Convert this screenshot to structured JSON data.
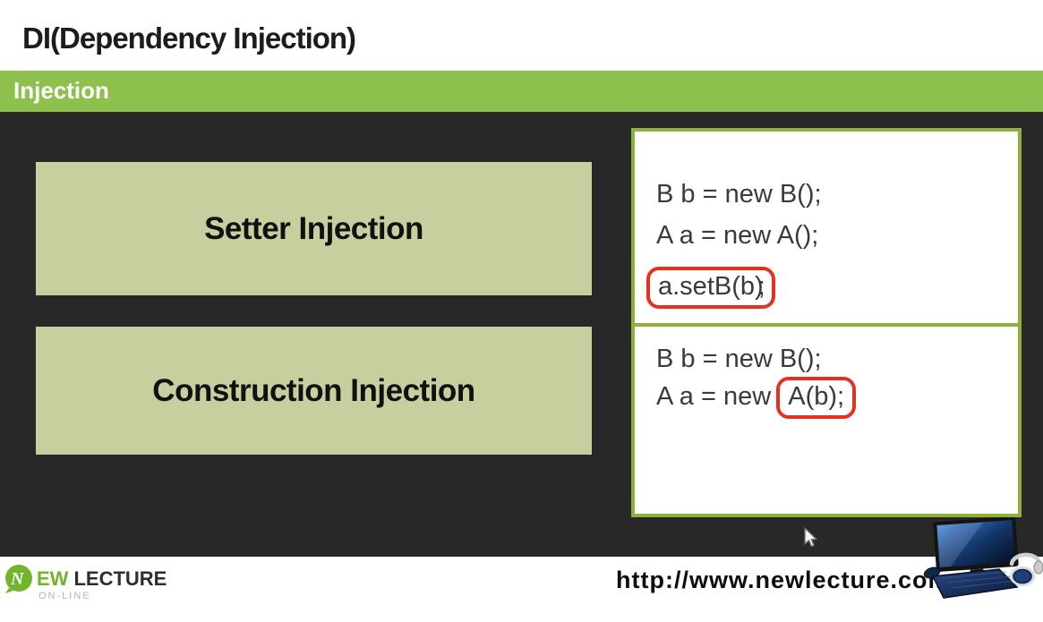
{
  "slide": {
    "title": "DI(Dependency Injection)",
    "section_header": "Injection",
    "boxes": [
      {
        "label": "Setter Injection"
      },
      {
        "label": "Construction Injection"
      }
    ],
    "code_panels": [
      {
        "lines": [
          {
            "segments": [
              {
                "t": "B b = new B();",
                "hl": false
              }
            ]
          },
          {
            "segments": [
              {
                "t": "A a = new A();",
                "hl": false
              }
            ]
          },
          {
            "segments": [
              {
                "t": "a.setB(b)",
                "hl": true
              },
              {
                "t": ";",
                "hl": false
              }
            ]
          }
        ]
      },
      {
        "lines": [
          {
            "segments": [
              {
                "t": "B b = new B();",
                "hl": false
              }
            ]
          },
          {
            "segments": [
              {
                "t": "A a = new ",
                "hl": false
              },
              {
                "t": "A(b);",
                "hl": true
              }
            ]
          }
        ]
      }
    ]
  },
  "footer": {
    "logo": {
      "icon_letter": "N",
      "ew": "EW",
      "lecture": "LECTURE",
      "online": "ON-LINE"
    },
    "url": "http://www.newlecture.com"
  },
  "colors": {
    "header_green": "#8dc04d",
    "box_green": "#c6cf9d",
    "panel_border_green": "#8cb23c",
    "highlight_red": "#e53120",
    "background_dark": "#282828",
    "logo_green": "#72b52b"
  }
}
